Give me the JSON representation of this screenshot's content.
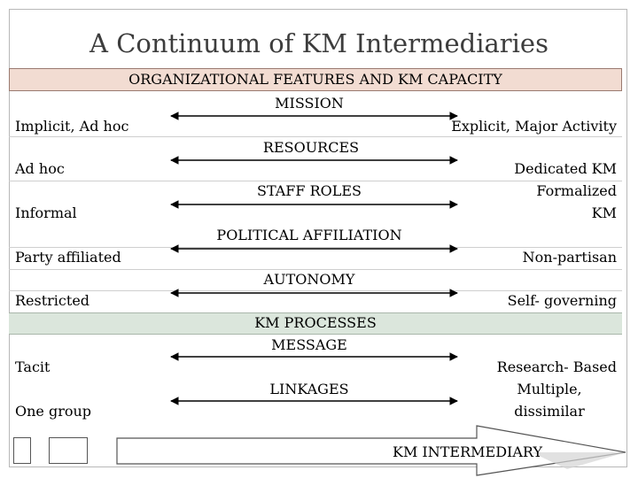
{
  "slide": {
    "title": "A Continuum of KM Intermediaries",
    "header_band": "ORGANIZATIONAL FEATURES AND KM CAPACITY",
    "rows": [
      {
        "feature": "MISSION",
        "left": "Implicit, Ad hoc",
        "right": "Explicit, Major Activity"
      },
      {
        "feature": "RESOURCES",
        "left": "Ad hoc",
        "right": "Dedicated KM"
      },
      {
        "feature": "STAFF ROLES",
        "left": "Informal",
        "right": "Formalized"
      },
      {
        "feature": "",
        "left": "",
        "right": "KM"
      },
      {
        "feature": "POLITICAL AFFILIATION",
        "left": "Party affiliated",
        "right": "Non-partisan"
      },
      {
        "feature": "AUTONOMY",
        "left": "Restricted",
        "right": "Self- governing"
      }
    ],
    "km_band": "KM PROCESSES",
    "km_rows": [
      {
        "feature": "MESSAGE",
        "left": "Tacit",
        "right": "Research- Based"
      },
      {
        "feature": "LINKAGES",
        "left": "One group",
        "right": "Multiple,"
      },
      {
        "feature": "",
        "left": "",
        "right": "dissimilar"
      }
    ],
    "footer_arrow_label": "KM INTERMEDIARY"
  }
}
